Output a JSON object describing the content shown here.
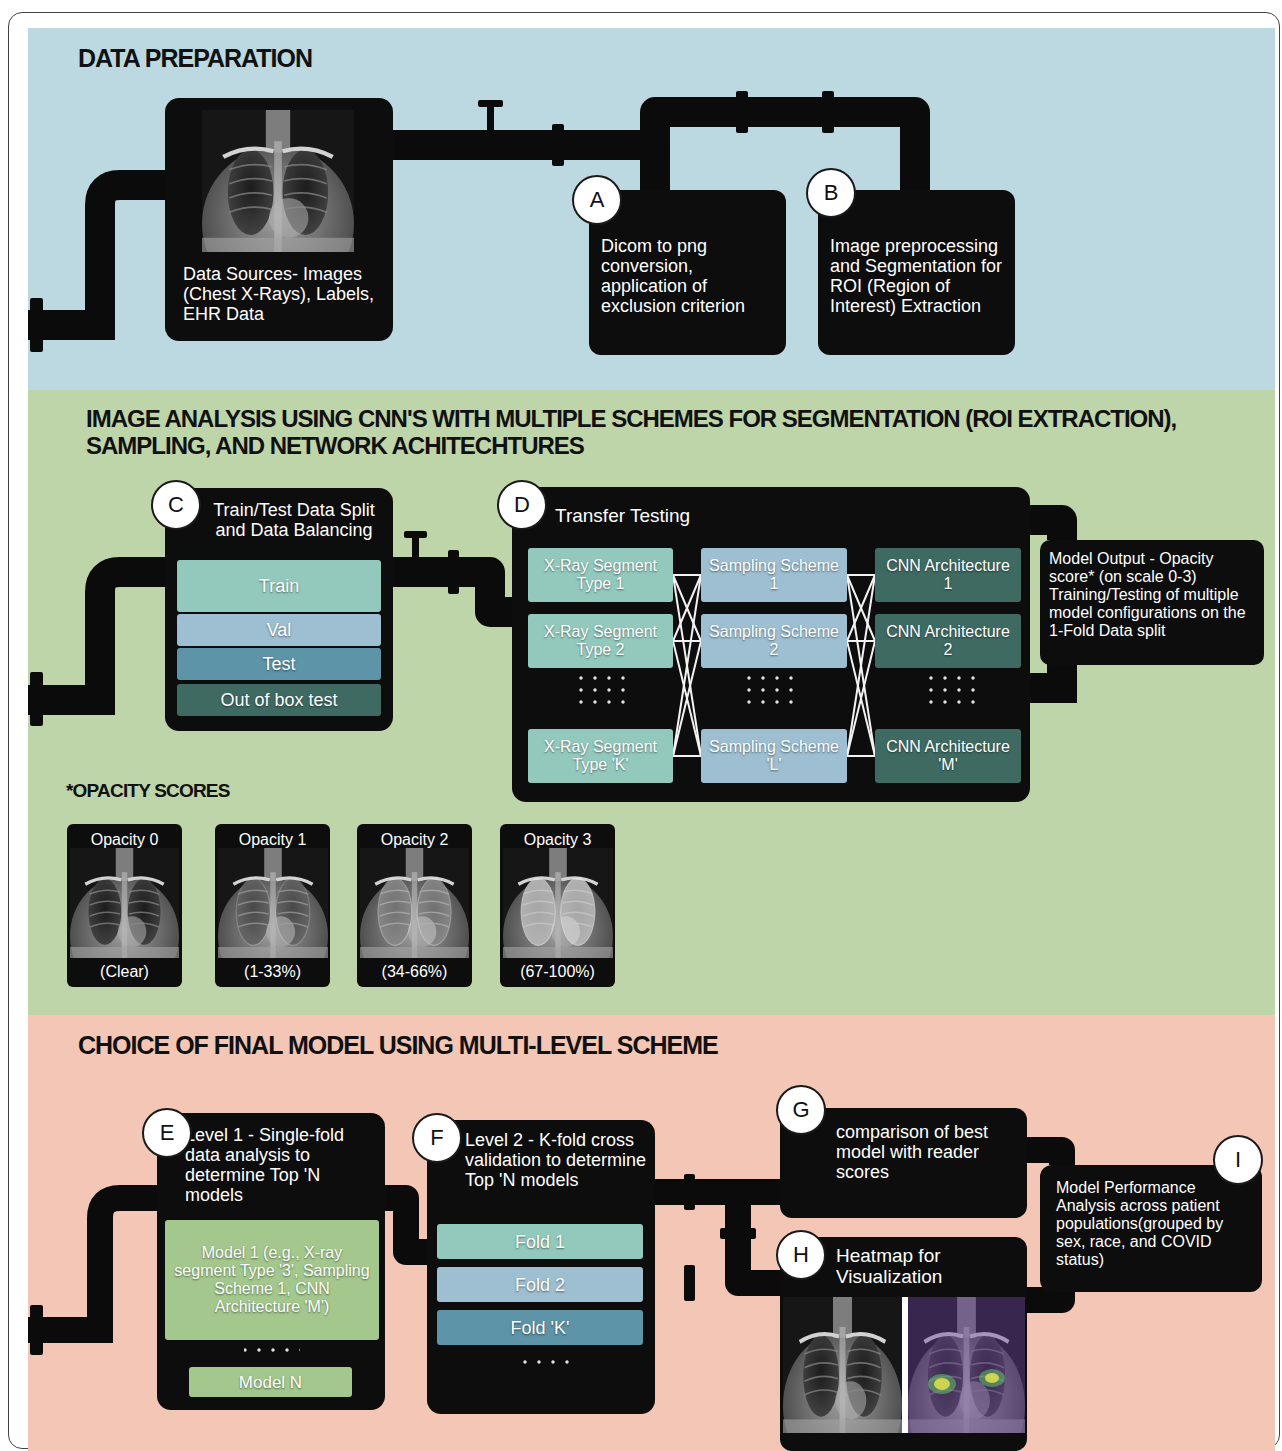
{
  "diagram": {
    "nodes": [
      {
        "text": [
          "DATA PREPARATION"
        ]
      },
      {
        "text": [
          "Data Sources- Images (Chest X-Rays), Labels, EHR Data"
        ],
        "in": 0
      },
      {
        "text": [
          "Dicom to png conversion, application of exclusion criterion"
        ],
        "in": 0
      },
      {
        "text": [
          "A"
        ],
        "in": 0
      },
      {
        "text": [
          "Image preprocessing and Segmentation for ROI (Region of Interest) Extraction"
        ],
        "in": 0
      },
      {
        "text": [
          "B"
        ],
        "in": 0
      },
      {
        "text": [
          "IMAGE ANALYSIS USING CNN'S WITH MULTIPLE SCHEMES FOR SEGMENTATION (ROI EXTRACTION), SAMPLING, AND NETWORK ACHITECHTURES"
        ]
      },
      {
        "text": [
          "Train/Test Data Split and Data Balancing"
        ],
        "in": 6
      },
      {
        "text": [
          "C"
        ],
        "in": 6
      },
      {
        "text": [
          "Train"
        ],
        "in": 7
      },
      {
        "text": [
          "Val"
        ],
        "in": 7
      },
      {
        "text": [
          "Test"
        ],
        "in": 7
      },
      {
        "text": [
          "Out of box test"
        ],
        "in": 7
      },
      {
        "text": [
          "Transfer Testing"
        ],
        "in": 6
      },
      {
        "text": [
          "D"
        ],
        "in": 6
      },
      {
        "text": [
          "X-Ray Segment Type 1"
        ],
        "in": 13
      },
      {
        "text": [
          "X-Ray Segment Type 2"
        ],
        "in": 13
      },
      {
        "text": [
          "X-Ray Segment Type 'K'"
        ],
        "in": 13
      },
      {
        "text": [
          "Sampling Scheme 1"
        ],
        "in": 13
      },
      {
        "text": [
          "Sampling Scheme 2"
        ],
        "in": 13
      },
      {
        "text": [
          "Sampling Scheme 'L'"
        ],
        "in": 13
      },
      {
        "text": [
          "CNN Architecture 1"
        ],
        "in": 13
      },
      {
        "text": [
          "CNN Architecture 2"
        ],
        "in": 13
      },
      {
        "text": [
          "CNN Architecture 'M'"
        ],
        "in": 13
      },
      {
        "text": [
          "Model Output - Opacity score* (on scale 0-3) Training/Testing of multiple model configurations on the 1-Fold Data split"
        ],
        "in": 6
      },
      {
        "text": [
          "Opacity 0",
          "(Clear)"
        ],
        "in": 6
      },
      {
        "text": [
          "Opacity 1",
          "(1-33%)"
        ],
        "in": 6
      },
      {
        "text": [
          "Opacity 2",
          "(34-66%)"
        ],
        "in": 6
      },
      {
        "text": [
          "Opacity 3",
          "(67-100%)"
        ],
        "in": 6
      },
      {
        "text": [
          "CHOICE OF FINAL MODEL USING MULTI-LEVEL SCHEME"
        ]
      },
      {
        "text": [
          "Level 1 - Single-fold data analysis to determine Top 'N models"
        ],
        "in": 29
      },
      {
        "text": [
          "E"
        ],
        "in": 29
      },
      {
        "text": [
          "Model 1 (e.g., X-ray segment Type '3', Sampling Scheme 1, CNN Architecture 'M')"
        ],
        "in": 30
      },
      {
        "text": [
          "Model N"
        ],
        "in": 30
      },
      {
        "text": [
          "Level 2 - K-fold cross validation to determine Top 'N models"
        ],
        "in": 29
      },
      {
        "text": [
          "F"
        ],
        "in": 29
      },
      {
        "text": [
          "Fold 1"
        ],
        "in": 34
      },
      {
        "text": [
          "Fold 2"
        ],
        "in": 34
      },
      {
        "text": [
          "Fold 'K'"
        ],
        "in": 34
      },
      {
        "text": [
          "comparison of best model with reader scores"
        ],
        "in": 29
      },
      {
        "text": [
          "G"
        ],
        "in": 29
      },
      {
        "text": [
          "Heatmap for Visualization"
        ],
        "in": 29
      },
      {
        "text": [
          "H"
        ],
        "in": 29
      },
      {
        "text": [
          "Model Performance Analysis across patient populations(grouped by sex, race, and COVID status)"
        ],
        "in": 29
      },
      {
        "text": [
          "I"
        ],
        "in": 29
      }
    ],
    "edges": [
      {
        "from": 1,
        "to": 2,
        "arrow": "none"
      },
      {
        "from": 1,
        "to": 4,
        "arrow": "none"
      },
      {
        "from": 7,
        "to": 13,
        "arrow": "none"
      },
      {
        "from": 13,
        "to": 24,
        "arrow": "none"
      },
      {
        "from": 15,
        "to": 18,
        "arrow": "none"
      },
      {
        "from": 15,
        "to": 19,
        "arrow": "none"
      },
      {
        "from": 15,
        "to": 20,
        "arrow": "none"
      },
      {
        "from": 16,
        "to": 18,
        "arrow": "none"
      },
      {
        "from": 16,
        "to": 19,
        "arrow": "none"
      },
      {
        "from": 16,
        "to": 20,
        "arrow": "none"
      },
      {
        "from": 17,
        "to": 18,
        "arrow": "none"
      },
      {
        "from": 17,
        "to": 19,
        "arrow": "none"
      },
      {
        "from": 17,
        "to": 20,
        "arrow": "none"
      },
      {
        "from": 18,
        "to": 21,
        "arrow": "none"
      },
      {
        "from": 18,
        "to": 22,
        "arrow": "none"
      },
      {
        "from": 18,
        "to": 23,
        "arrow": "none"
      },
      {
        "from": 19,
        "to": 21,
        "arrow": "none"
      },
      {
        "from": 19,
        "to": 22,
        "arrow": "none"
      },
      {
        "from": 19,
        "to": 23,
        "arrow": "none"
      },
      {
        "from": 20,
        "to": 21,
        "arrow": "none"
      },
      {
        "from": 20,
        "to": 22,
        "arrow": "none"
      },
      {
        "from": 20,
        "to": 23,
        "arrow": "none"
      },
      {
        "from": 30,
        "to": 34,
        "arrow": "none"
      },
      {
        "from": 34,
        "to": 39,
        "arrow": "none"
      },
      {
        "from": 34,
        "to": 41,
        "arrow": "none"
      },
      {
        "from": 39,
        "to": 43,
        "arrow": "none"
      },
      {
        "from": 41,
        "to": 43,
        "arrow": "none"
      }
    ],
    "labels": [
      "*OPACITY SCORES"
    ]
  }
}
